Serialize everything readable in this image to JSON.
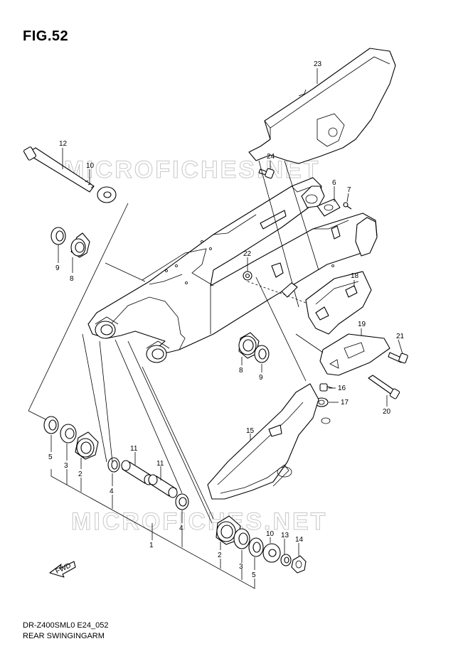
{
  "figure": {
    "title": "FIG.52",
    "model_code": "DR-Z400SML0 E24_052",
    "caption": "REAR SWINGINGARM",
    "watermark": "MICROFICHES.NET",
    "fwd_label": "FWD"
  },
  "callouts": [
    {
      "id": "c23",
      "label": "23"
    },
    {
      "id": "c12",
      "label": "12"
    },
    {
      "id": "c10a",
      "label": "10"
    },
    {
      "id": "c24",
      "label": "24"
    },
    {
      "id": "c6",
      "label": "6"
    },
    {
      "id": "c7",
      "label": "7"
    },
    {
      "id": "c9a",
      "label": "9"
    },
    {
      "id": "c8a",
      "label": "8"
    },
    {
      "id": "c22",
      "label": "22"
    },
    {
      "id": "c18",
      "label": "18"
    },
    {
      "id": "c19",
      "label": "19"
    },
    {
      "id": "c21",
      "label": "21"
    },
    {
      "id": "c8b",
      "label": "8"
    },
    {
      "id": "c9b",
      "label": "9"
    },
    {
      "id": "c16",
      "label": "16"
    },
    {
      "id": "c17",
      "label": "17"
    },
    {
      "id": "c20",
      "label": "20"
    },
    {
      "id": "c15",
      "label": "15"
    },
    {
      "id": "c5a",
      "label": "5"
    },
    {
      "id": "c3a",
      "label": "3"
    },
    {
      "id": "c2a",
      "label": "2"
    },
    {
      "id": "c11a",
      "label": "11"
    },
    {
      "id": "c11b",
      "label": "11"
    },
    {
      "id": "c4a",
      "label": "4"
    },
    {
      "id": "c4b",
      "label": "4"
    },
    {
      "id": "c1",
      "label": "1"
    },
    {
      "id": "c10b",
      "label": "10"
    },
    {
      "id": "c13",
      "label": "13"
    },
    {
      "id": "c14",
      "label": "14"
    },
    {
      "id": "c2b",
      "label": "2"
    },
    {
      "id": "c3b",
      "label": "3"
    },
    {
      "id": "c5b",
      "label": "5"
    }
  ]
}
